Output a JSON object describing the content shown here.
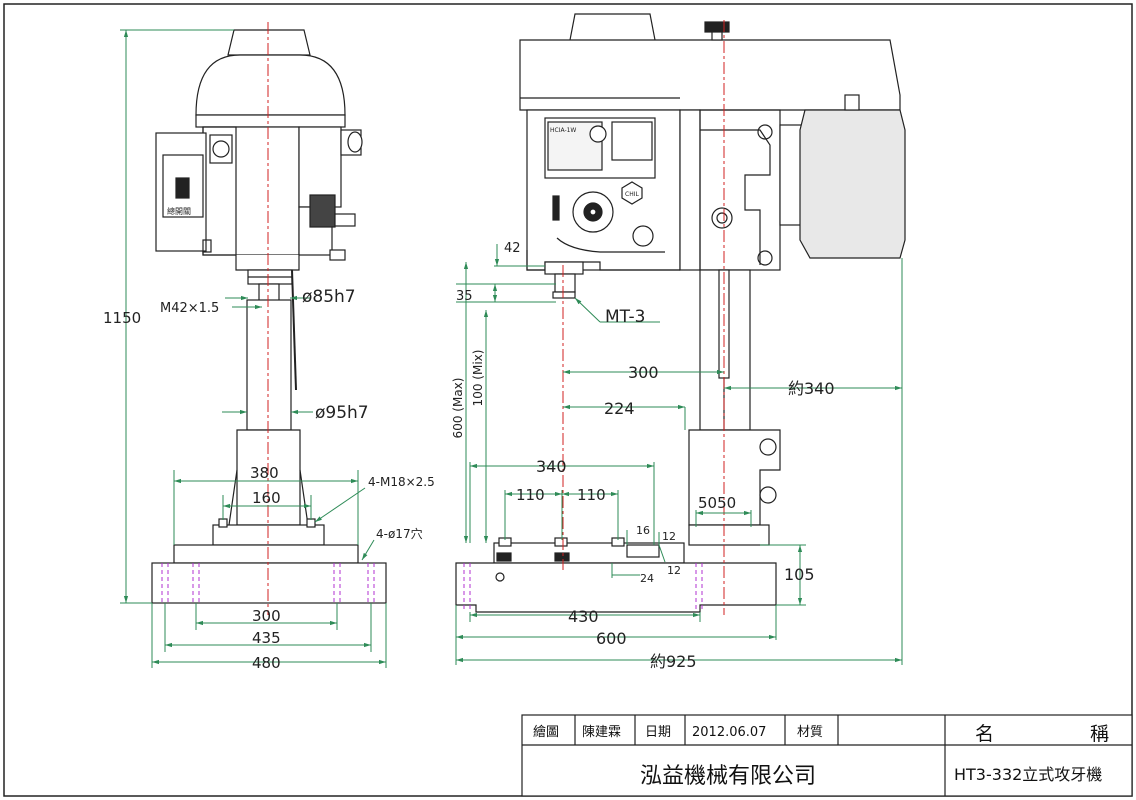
{
  "front_view": {
    "height_label": "1150",
    "thread_label": "M42×1.5",
    "quill_label": "ø85h7",
    "column_label": "ø95h7",
    "base_width_top_label": "380",
    "bolt_spacing_label": "160",
    "table_bolt_label": "4-M18×2.5",
    "hole_label": "4-ø17穴",
    "base_inner_label": "300",
    "base_mid_label": "435",
    "base_outer_label": "480",
    "panel_text": "總開關"
  },
  "side_view": {
    "dim_42": "42",
    "dim_35": "35",
    "taper_label": "MT-3",
    "stroke_max_label": "600 (Max)",
    "stroke_min_label": "100 (Mix)",
    "dim_300": "300",
    "dim_340_reach": "約340",
    "dim_224": "224",
    "dim_340_table": "340",
    "dim_110_left": "110",
    "dim_110_right": "110",
    "dim_5050": "5050",
    "slot_16": "16",
    "slot_12_top": "12",
    "slot_12_bottom": "12",
    "slot_24": "24",
    "base_height_label": "105",
    "base_430": "430",
    "base_600": "600",
    "overall_925": "約925",
    "nameplate_text": "HCIA-1W",
    "gauge_text": "CHIL"
  },
  "title_block": {
    "draw_label": "繪圖",
    "drawer": "陳建霖",
    "date_label": "日期",
    "date": "2012.06.07",
    "material_label": "材質",
    "name_label_1": "名",
    "name_label_2": "稱",
    "company": "泓益機械有限公司",
    "model": "HT3-332立式攻牙機"
  },
  "colors": {
    "line": "#222222",
    "dimension": "#2e8b57",
    "centerline": "#d02020",
    "hidden": "#b030d0",
    "motor_fill": "#e8e8e8"
  }
}
